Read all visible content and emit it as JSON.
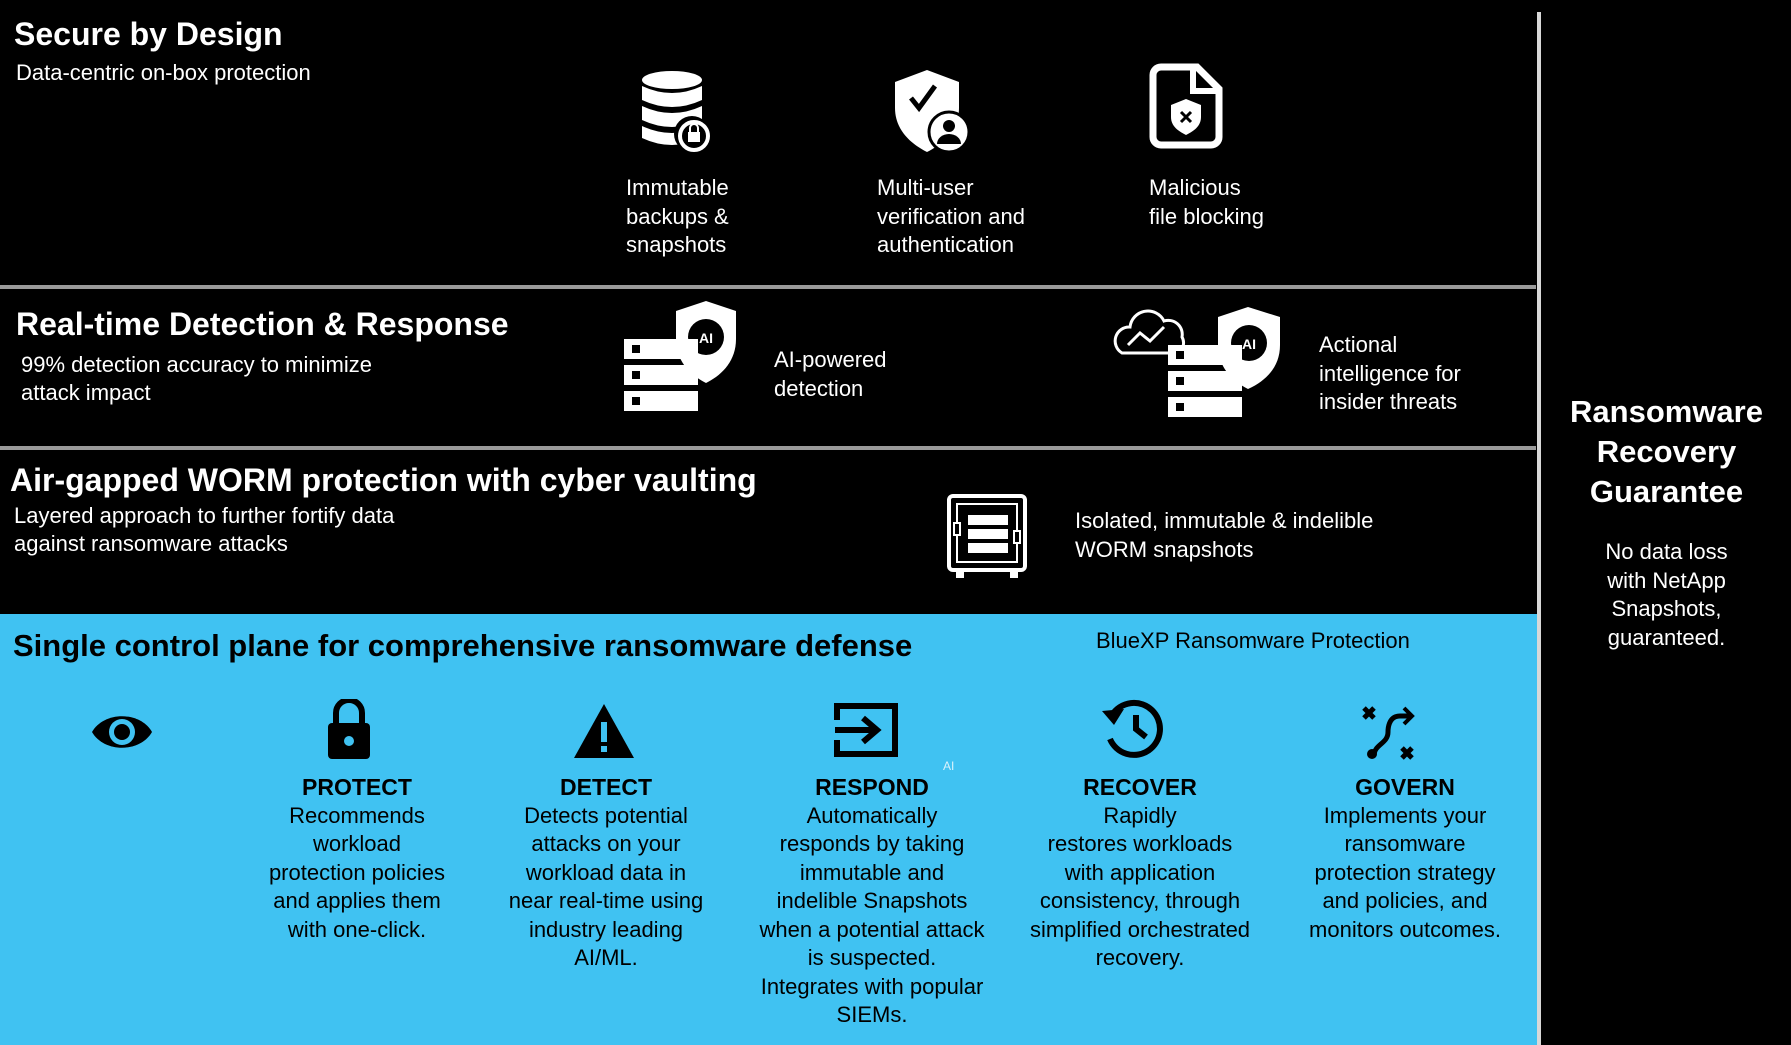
{
  "row1": {
    "title": "Secure by Design",
    "subtitle": "Data-centric on-box protection",
    "features": [
      {
        "icon": "database-lock-icon",
        "label": "Immutable\nbackups &\nsnapshots"
      },
      {
        "icon": "shield-user-check-icon",
        "label": "Multi-user\nverification and\nauthentication"
      },
      {
        "icon": "file-shield-icon",
        "label": "Malicious\nfile blocking"
      }
    ]
  },
  "row2": {
    "title": "Real-time Detection & Response",
    "subtitle": "99% detection accuracy to minimize\nattack impact",
    "badge": "AI",
    "features": [
      {
        "icon": "server-ai-shield-icon",
        "label": "AI-powered\ndetection"
      },
      {
        "icon": "cloud-server-ai-shield-icon",
        "label": "Actional\nintelligence for\ninsider threats"
      }
    ]
  },
  "row3": {
    "title": "Air-gapped WORM protection with cyber vaulting",
    "subtitle": "Layered approach to further fortify data\nagainst ransomware attacks",
    "feature": {
      "icon": "vault-icon",
      "label": "Isolated, immutable & indelible\nWORM snapshots"
    }
  },
  "blue": {
    "title": "Single control plane for comprehensive ransomware defense",
    "product": "BlueXP Ransomware Protection",
    "ai_mark": "AI",
    "columns": [
      {
        "icon": "lock-icon",
        "heading": "PROTECT",
        "text": "Recommends\nworkload\nprotection policies\nand applies them\nwith one-click."
      },
      {
        "icon": "warning-icon",
        "heading": "DETECT",
        "text": "Detects potential\nattacks on your\nworkload data in\nnear real-time using\nindustry leading\nAI/ML."
      },
      {
        "icon": "sign-in-icon",
        "heading": "RESPOND",
        "text": "Automatically\nresponds by taking\nimmutable and\nindelible Snapshots\nwhen a potential attack\nis suspected.\nIntegrates with popular\nSIEMs."
      },
      {
        "icon": "history-icon",
        "heading": "RECOVER",
        "text": "Rapidly\nrestores workloads\nwith application\nconsistency, through\nsimplified orchestrated\nrecovery."
      },
      {
        "icon": "route-icon",
        "heading": "GOVERN",
        "text": "Implements your\nransomware\nprotection strategy\nand policies, and\nmonitors outcomes."
      }
    ]
  },
  "guarantee": {
    "title": "Ransomware\nRecovery\nGuarantee",
    "text": "No data loss\nwith NetApp\nSnapshots,\nguaranteed."
  },
  "colors": {
    "accent": "#40c2f2",
    "background": "#000000"
  }
}
